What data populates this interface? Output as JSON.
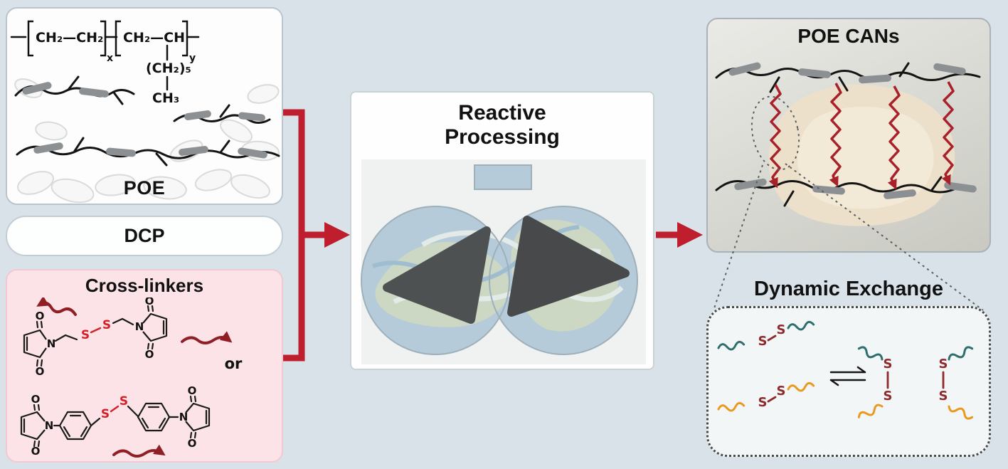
{
  "colors": {
    "background": "#d9e2e8",
    "arrow_red": "#be1e2d",
    "zigzag_dark_red": "#8f1f24",
    "sulfur_red": "#d42027",
    "sulfur_maroon": "#8e2a2e",
    "teal_chain": "#2e6e6c",
    "orange_chain": "#e99a1e",
    "rod_gray": "#8c9093",
    "crosslinker_panel_pink": "#fbe3e7"
  },
  "atoms": {
    "S": "S",
    "N": "N",
    "O": "O"
  },
  "left_column": {
    "poe": {
      "label": "POE",
      "formula": {
        "repeat_unit_1": "CH₂—CH₂",
        "subscript_1": "x",
        "repeat_unit_2": "CH₂—CH",
        "subscript_2": "y",
        "side_group": "(CH₂)₅",
        "end_group": "CH₃"
      }
    },
    "dcp": {
      "label": "DCP"
    },
    "crosslinkers": {
      "title": "Cross-linkers",
      "or_label": "or"
    }
  },
  "center": {
    "title_line1": "Reactive",
    "title_line2": "Processing"
  },
  "right_column": {
    "poe_cans": {
      "title": "POE CANs"
    },
    "dynamic_exchange": {
      "title": "Dynamic Exchange"
    }
  }
}
